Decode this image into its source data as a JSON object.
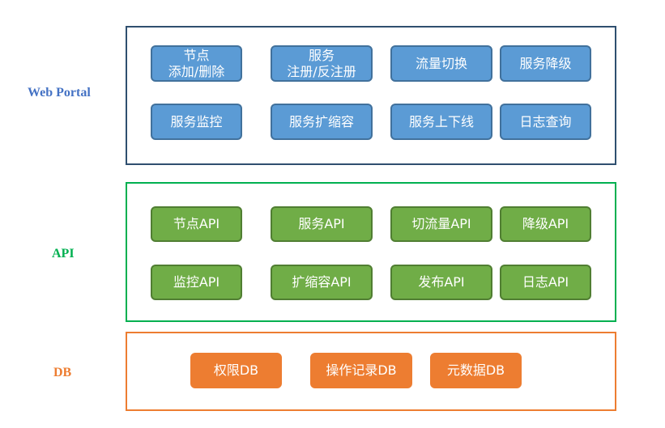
{
  "layers": {
    "web_portal": {
      "label": "Web Portal",
      "color": "#4472c4",
      "border_color": "#2f4f6f",
      "nodes": [
        {
          "line1": "节点",
          "line2": "添加/删除"
        },
        {
          "line1": "服务",
          "line2": "注册/反注册"
        },
        {
          "line1": "流量切换"
        },
        {
          "line1": "服务降级"
        },
        {
          "line1": "服务监控"
        },
        {
          "line1": "服务扩缩容"
        },
        {
          "line1": "服务上下线"
        },
        {
          "line1": "日志查询"
        }
      ]
    },
    "api": {
      "label": "API",
      "color": "#00b050",
      "border_color": "#00b050",
      "nodes": [
        {
          "line1": "节点API"
        },
        {
          "line1": "服务API"
        },
        {
          "line1": "切流量API"
        },
        {
          "line1": "降级API"
        },
        {
          "line1": "监控API"
        },
        {
          "line1": "扩缩容API"
        },
        {
          "line1": "发布API"
        },
        {
          "line1": "日志API"
        }
      ]
    },
    "db": {
      "label": "DB",
      "color": "#ed7d31",
      "border_color": "#ed7d31",
      "nodes": [
        {
          "line1": "权限DB"
        },
        {
          "line1": "操作记录DB"
        },
        {
          "line1": "元数据DB"
        }
      ]
    }
  }
}
